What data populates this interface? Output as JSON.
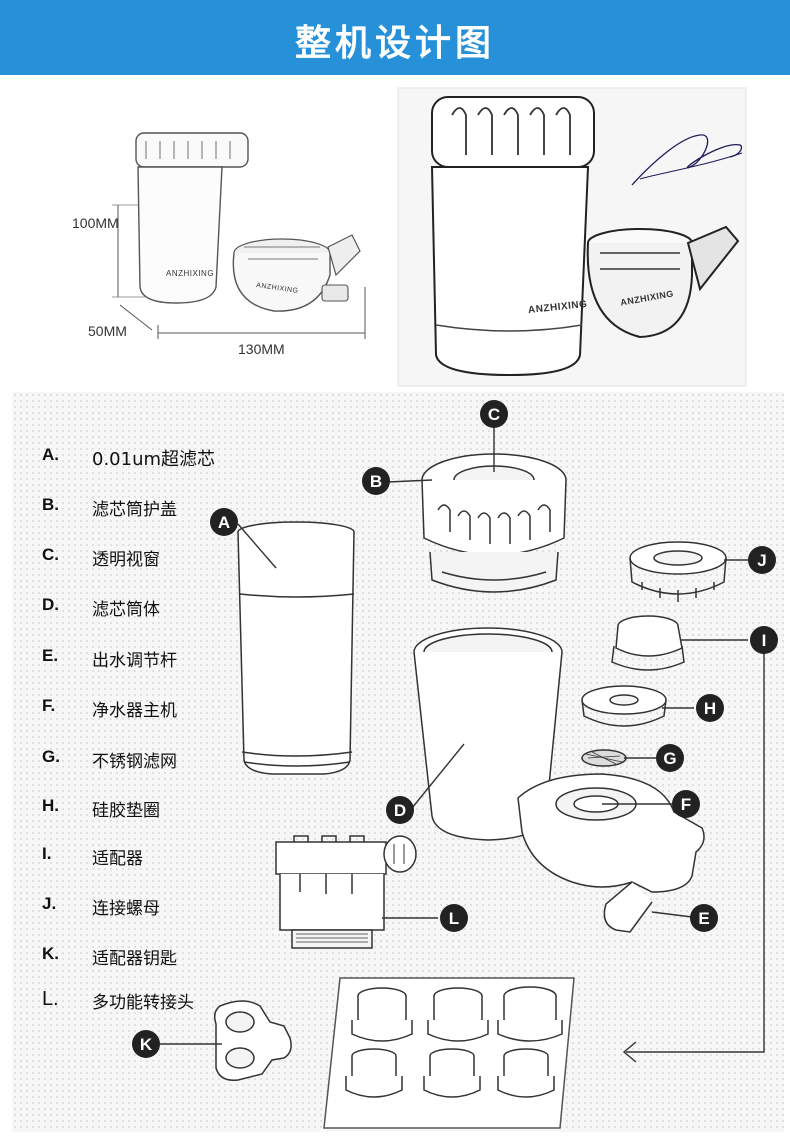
{
  "header": {
    "title": "整机设计图"
  },
  "dimensions": {
    "height": "100MM",
    "depth": "50MM",
    "width": "130MM"
  },
  "product": {
    "brand": "ANZHIXING"
  },
  "legend": [
    {
      "letter": "A.",
      "text": "0.01um超滤芯"
    },
    {
      "letter": "B.",
      "text": "滤芯筒护盖"
    },
    {
      "letter": "C.",
      "text": "透明视窗"
    },
    {
      "letter": "D.",
      "text": "滤芯筒体"
    },
    {
      "letter": "E.",
      "text": "出水调节杆"
    },
    {
      "letter": "F.",
      "text": "净水器主机"
    },
    {
      "letter": "G.",
      "text": "不锈钢滤网"
    },
    {
      "letter": "H.",
      "text": "硅胶垫圈"
    },
    {
      "letter": "I.",
      "text": "适配器"
    },
    {
      "letter": "J.",
      "text": "连接螺母"
    },
    {
      "letter": "K.",
      "text": "适配器钥匙"
    },
    {
      "letter": "L.",
      "text": "多功能转接头"
    }
  ],
  "callouts": {
    "A": "A",
    "B": "B",
    "C": "C",
    "D": "D",
    "E": "E",
    "F": "F",
    "G": "G",
    "H": "H",
    "I": "I",
    "J": "J",
    "K": "K",
    "L": "L"
  },
  "colors": {
    "header_bg": "#2691d9",
    "badge": "#222222",
    "line": "#333333"
  }
}
